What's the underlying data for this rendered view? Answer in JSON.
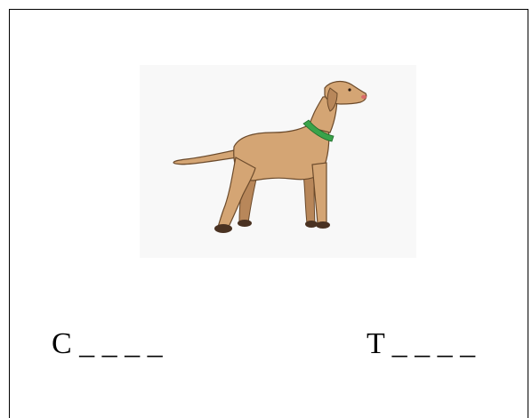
{
  "worksheet": {
    "image_icon": "dog-illustration",
    "colors": {
      "dog_body": "#d4a574",
      "dog_shadow": "#b8875a",
      "dog_outline": "#6b4a2b",
      "collar": "#3aa34a",
      "paws": "#4a3222",
      "nose": "#d96a6a",
      "panel": "#f8f8f8"
    },
    "prompts": [
      {
        "text": "C _ _ _ _"
      },
      {
        "text": "T _ _ _ _"
      }
    ]
  }
}
